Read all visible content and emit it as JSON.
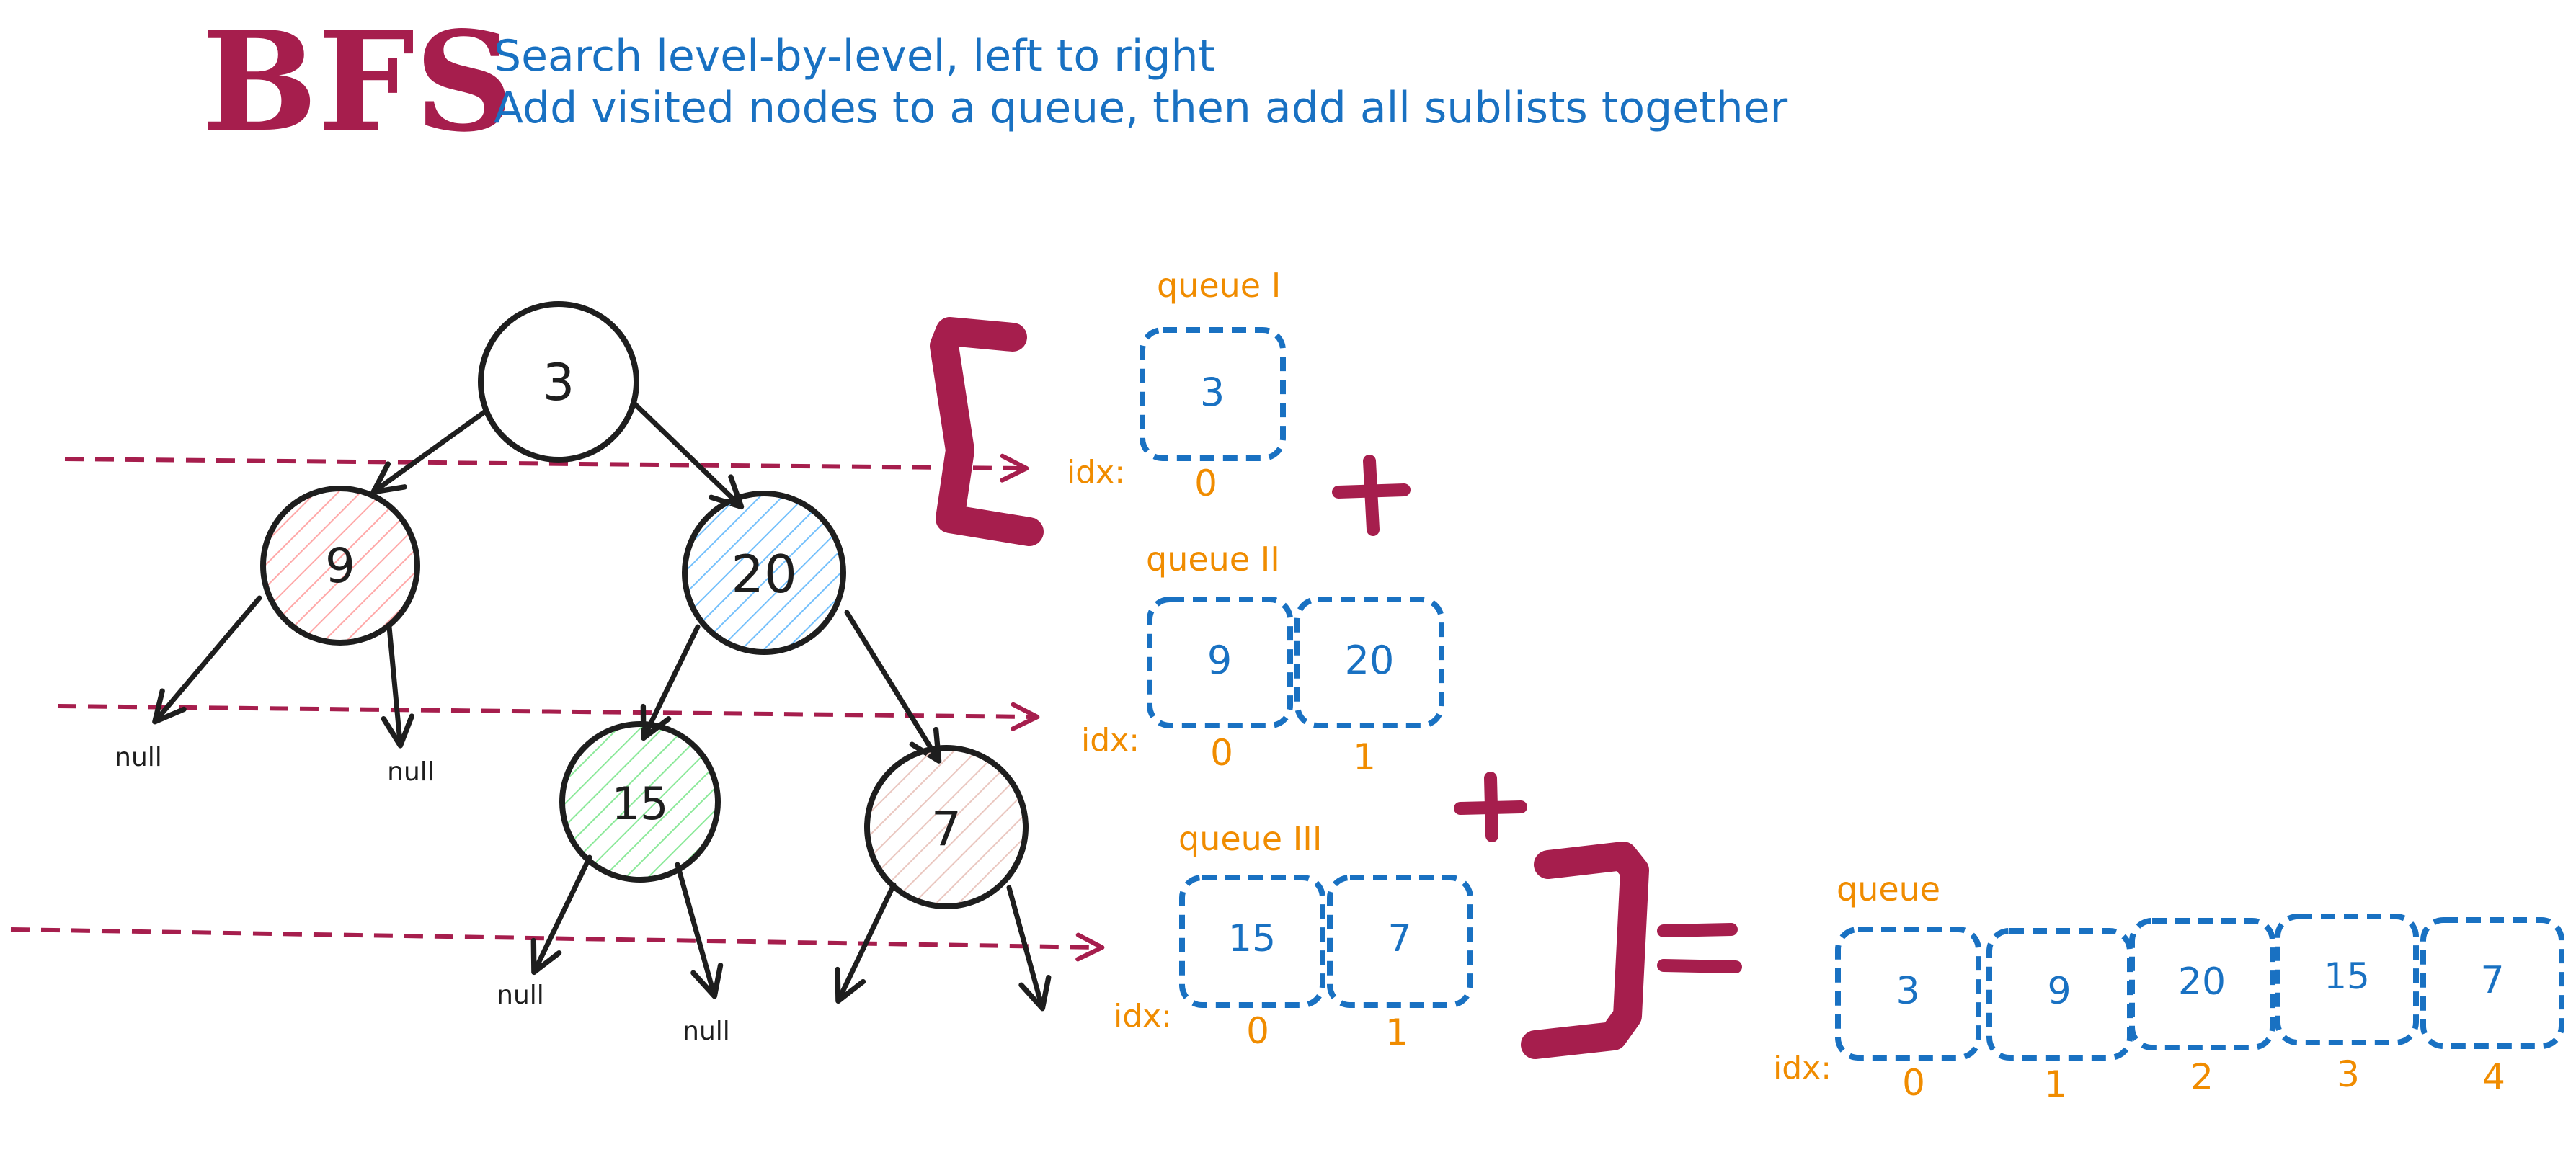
{
  "title": "BFS",
  "subtitle_lines": [
    "Search level-by-level, left to right",
    "Add visited nodes to a queue, then add all sublists together"
  ],
  "colors": {
    "title": "#a61e4d",
    "subtitle": "#1971c2",
    "queue_text": "#1971c2",
    "label_orange": "#f08c00",
    "tree_stroke": "#1e1e1e",
    "dashed_line": "#a61e4d",
    "bracket": "#a61e4d",
    "node_9_fill": "#ffc9c9",
    "node_20_fill": "#a5d8ff",
    "node_15_fill": "#b2f2bb",
    "node_7_fill": "#eebefa"
  },
  "tree": {
    "nodes": {
      "n3": "3",
      "n9": "9",
      "n20": "20",
      "n15": "15",
      "n7": "7"
    },
    "null_label": "null"
  },
  "idx_label": "idx:",
  "queues": {
    "q1": {
      "label": "queue I",
      "cells": [
        "3"
      ],
      "indices": [
        "0"
      ]
    },
    "q2": {
      "label": "queue II",
      "cells": [
        "9",
        "20"
      ],
      "indices": [
        "0",
        "1"
      ]
    },
    "q3": {
      "label": "queue III",
      "cells": [
        "15",
        "7"
      ],
      "indices": [
        "0",
        "1"
      ]
    },
    "result": {
      "label": "queue",
      "cells": [
        "3",
        "9",
        "20",
        "15",
        "7"
      ],
      "indices": [
        "0",
        "1",
        "2",
        "3",
        "4"
      ]
    }
  },
  "operators": {
    "plus": "+",
    "equals": "="
  }
}
